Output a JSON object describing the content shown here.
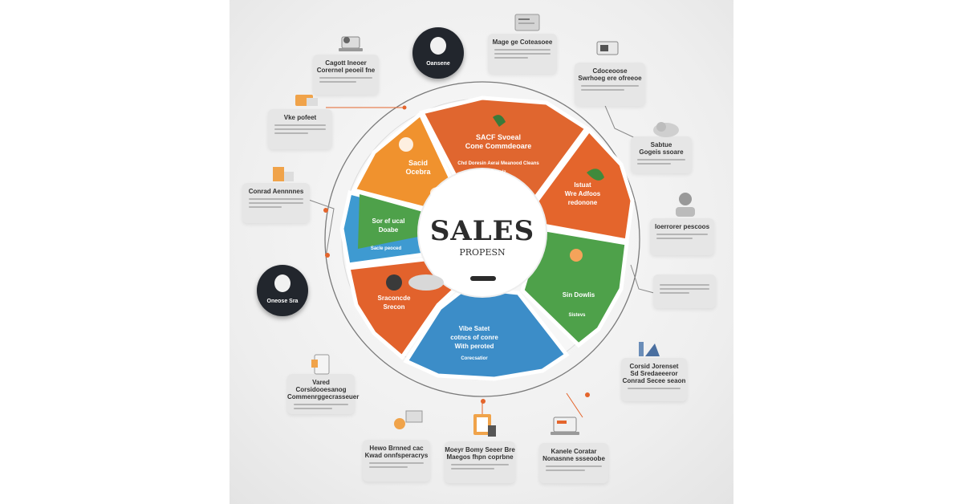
{
  "center": {
    "title": "SALES",
    "subtitle": "PROPESN"
  },
  "segments": [
    {
      "id": "top",
      "title": "SACF Svoeal\nCone Commdeoare",
      "sub": "Chd Doresin Aerai Meanood Cleans\nDesalz",
      "color": "#e0662f"
    },
    {
      "id": "top-left",
      "title": "Sacid\nOcebra",
      "sub": "",
      "color": "#f0922e"
    },
    {
      "id": "right",
      "title": "Istuat\nWre Adfoos\nredonone",
      "sub": "",
      "color": "#e4652c"
    },
    {
      "id": "left",
      "title": "Sor ef ucal\nDoabe",
      "sub": "Sacle peoced",
      "color": "#3e9ad1"
    },
    {
      "id": "right-green",
      "title": "Sin Dowlis",
      "sub": "Sistevs",
      "color": "#4ea14a"
    },
    {
      "id": "bottom-left",
      "title": "Sraconcde\nSrecon",
      "sub": "",
      "color": "#e2622c"
    },
    {
      "id": "bottom",
      "title": "Vibe Satet\ncotncs of conre\nWith peroted",
      "sub": "Corecsatior",
      "color": "#3c8dc8"
    }
  ],
  "badges": [
    {
      "id": "top",
      "label": "Oansene"
    },
    {
      "id": "left",
      "label": "Oneose Sra"
    }
  ],
  "cards": [
    {
      "id": "c1",
      "title": "Cagott Ineoer\nCorernel peoeil fne"
    },
    {
      "id": "c2",
      "title": "Mage ge Coteasoee"
    },
    {
      "id": "c3",
      "title": "Cdoceoose\nSwrhoeg ere ofreeoe"
    },
    {
      "id": "c4",
      "title": "Vke pofeet"
    },
    {
      "id": "c5",
      "title": "Sabtue\nGogeis ssoare"
    },
    {
      "id": "c6",
      "title": "Conrad Aennnnes"
    },
    {
      "id": "c7",
      "title": "Ioerrorer pescoos"
    },
    {
      "id": "c8",
      "title": ""
    },
    {
      "id": "c9",
      "title": "Corsid Jorenset\nSd Sredaeeeror\nConrad Secee seaon"
    },
    {
      "id": "c10",
      "title": "Vared Corsidooesanog\nCommenrggecrasseuer"
    },
    {
      "id": "c11",
      "title": "Hewo Brnned cac\nKwad onnfsperacrys"
    },
    {
      "id": "c12",
      "title": "Moeyr Bomy Seeer Bre\nMaegos fhpn coprbne"
    },
    {
      "id": "c13",
      "title": "Kanele Coratar\nNonasnne ssseoobe"
    }
  ],
  "colors": {
    "orange": "#e4652c",
    "amber": "#f0922e",
    "green": "#4ea14a",
    "blue": "#3c8dc8",
    "dark": "#22262d"
  }
}
